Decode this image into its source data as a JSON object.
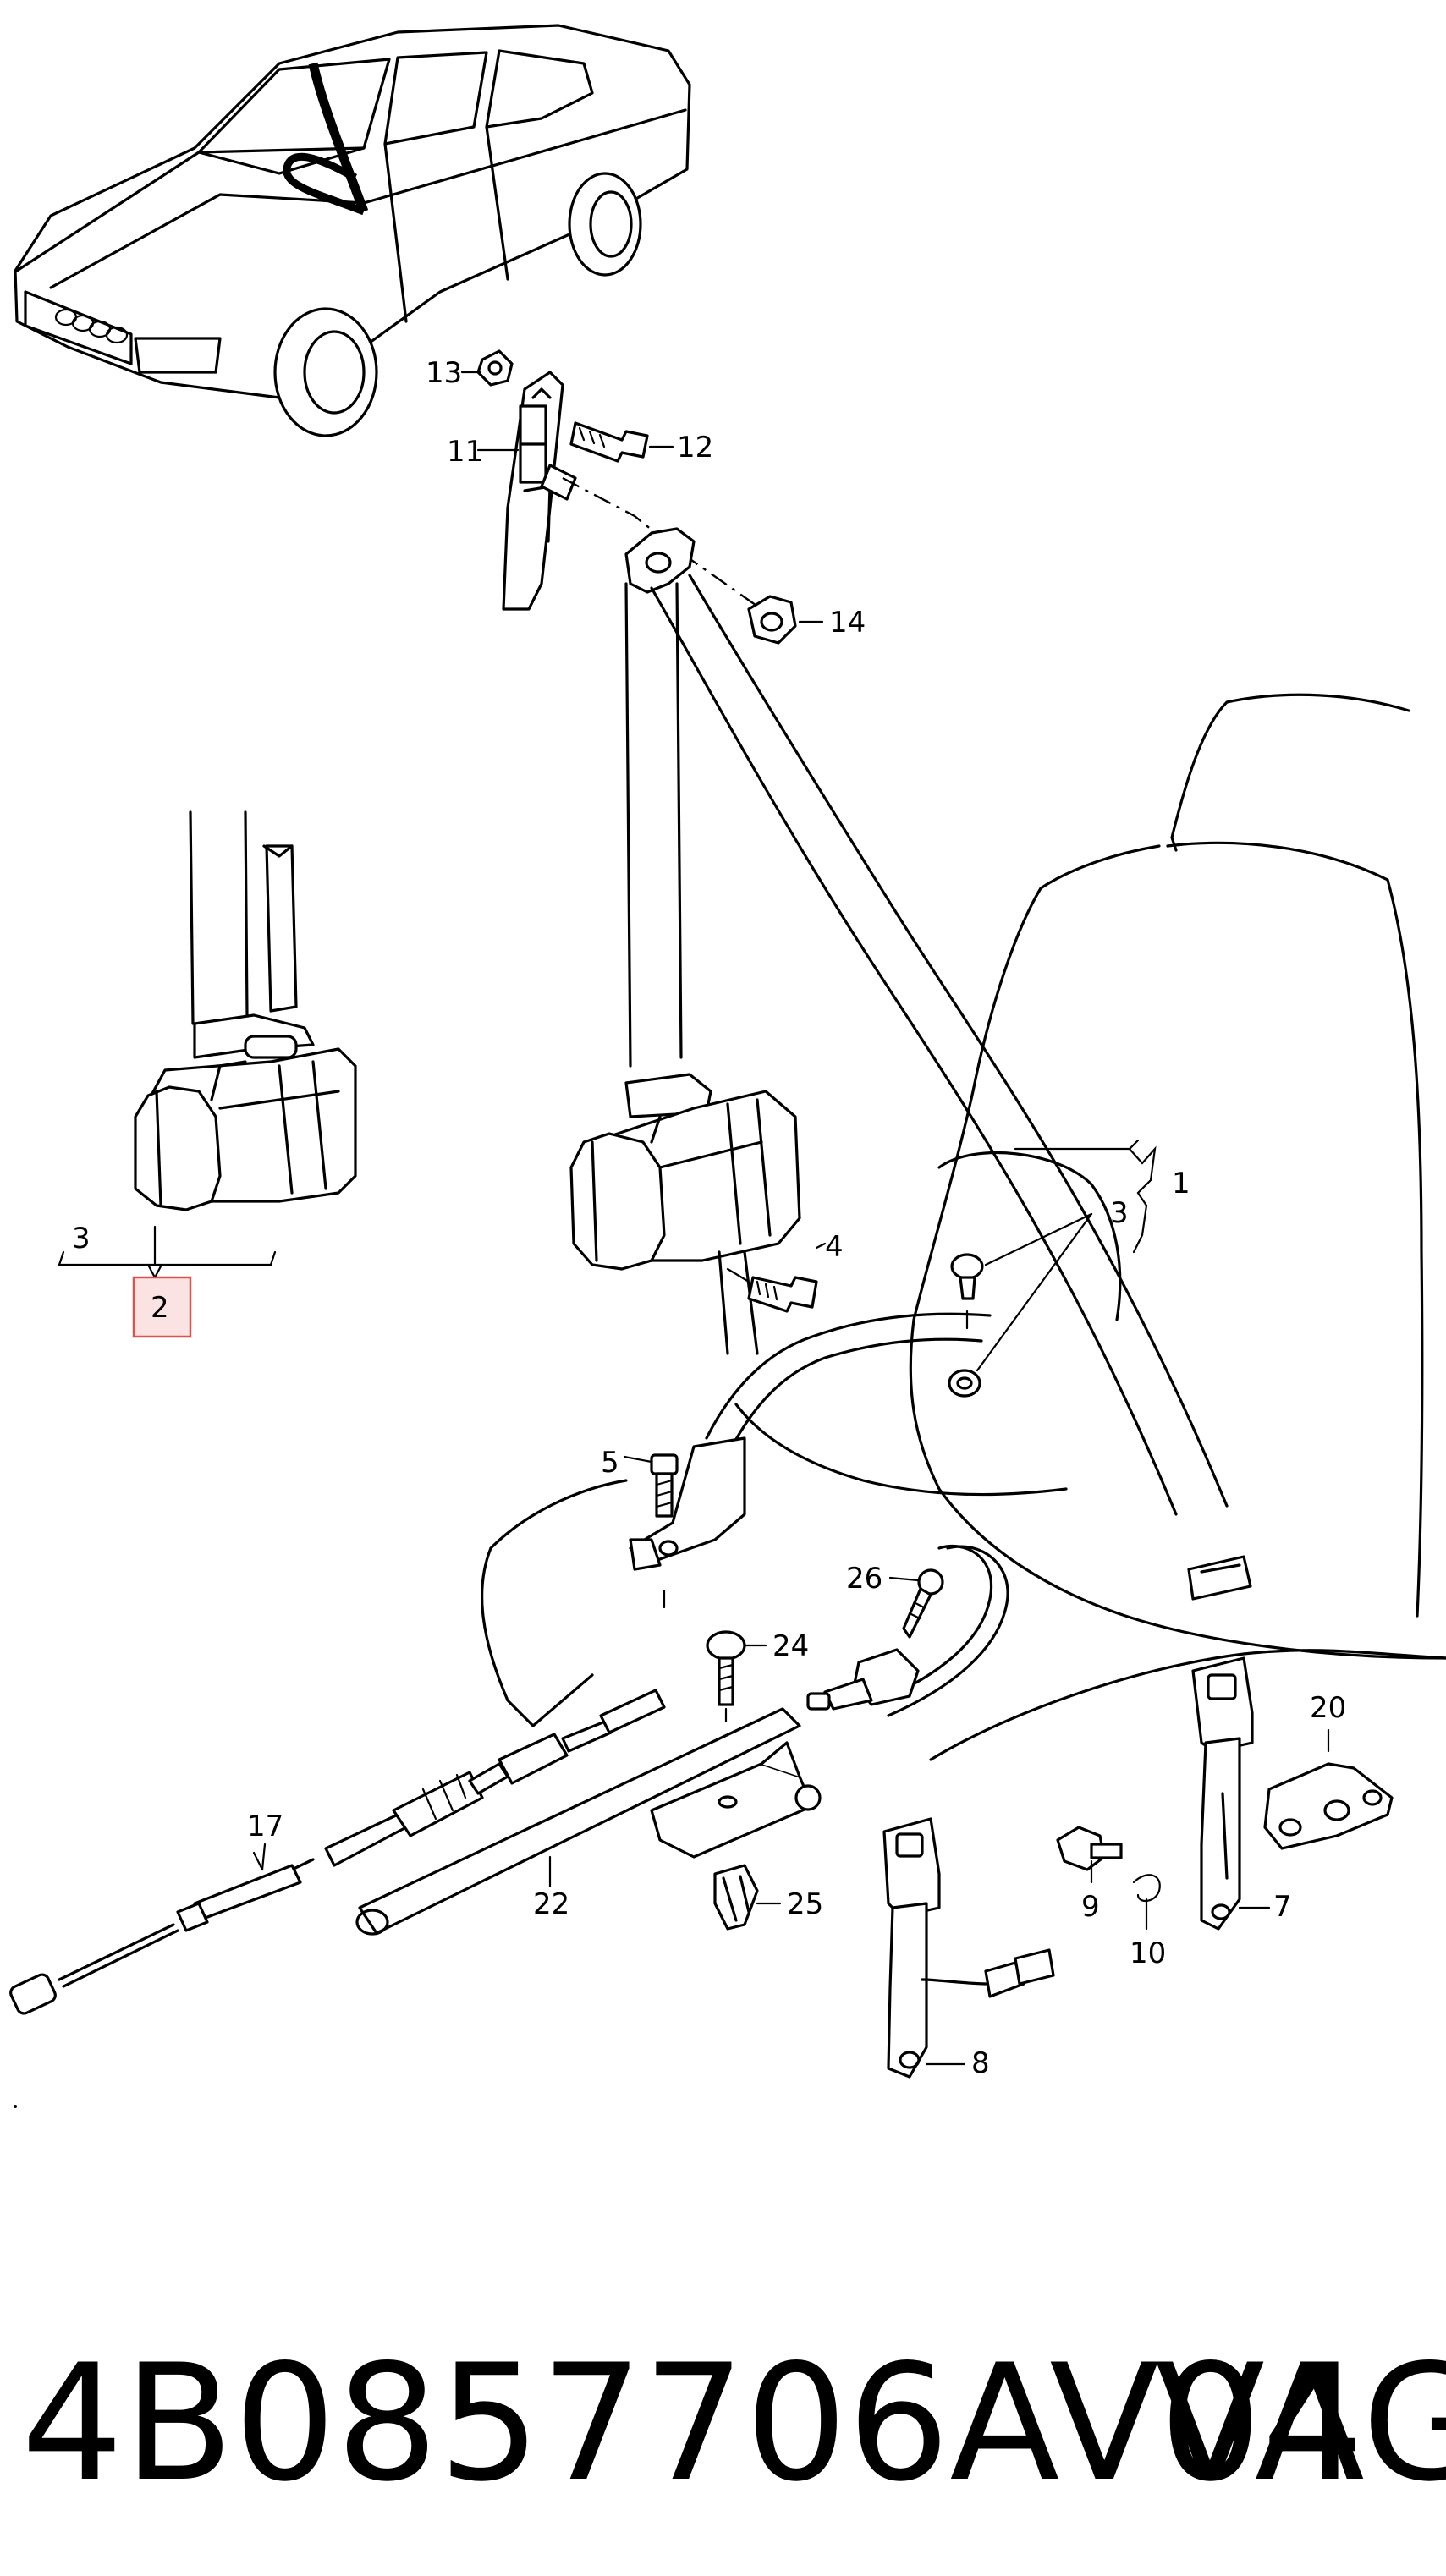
{
  "diagram": {
    "part_labels": [
      {
        "id": "1",
        "text": "1"
      },
      {
        "id": "2",
        "text": "2"
      },
      {
        "id": "3a",
        "text": "3"
      },
      {
        "id": "3b",
        "text": "3"
      },
      {
        "id": "4",
        "text": "4"
      },
      {
        "id": "5",
        "text": "5"
      },
      {
        "id": "7",
        "text": "7"
      },
      {
        "id": "8",
        "text": "8"
      },
      {
        "id": "9",
        "text": "9"
      },
      {
        "id": "10",
        "text": "10"
      },
      {
        "id": "11",
        "text": "11"
      },
      {
        "id": "12",
        "text": "12"
      },
      {
        "id": "13",
        "text": "13"
      },
      {
        "id": "14",
        "text": "14"
      },
      {
        "id": "17",
        "text": "17"
      },
      {
        "id": "20",
        "text": "20"
      },
      {
        "id": "22",
        "text": "22"
      },
      {
        "id": "24",
        "text": "24"
      },
      {
        "id": "25",
        "text": "25"
      },
      {
        "id": "26",
        "text": "26"
      }
    ],
    "highlighted_part": "2",
    "highlight_color": "#fbe3e3",
    "highlight_border_color": "#d9534f"
  },
  "footer": {
    "part_number": "4B0857706AV04",
    "brand": "VAG"
  }
}
